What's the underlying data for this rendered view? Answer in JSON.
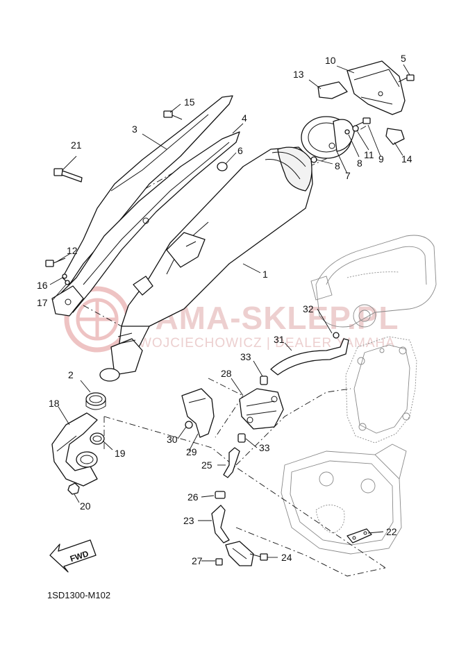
{
  "diagram_code": "1SD1300-M102",
  "watermark": {
    "title": "YAMA-SKLEP.PL",
    "subtitle": "WOJCIECHOWICZ | DEALER YAMAHA"
  },
  "direction_label": "FWD",
  "callouts": [
    {
      "id": "c1",
      "label": "1"
    },
    {
      "id": "c2",
      "label": "2"
    },
    {
      "id": "c3",
      "label": "3"
    },
    {
      "id": "c4",
      "label": "4"
    },
    {
      "id": "c5",
      "label": "5"
    },
    {
      "id": "c6",
      "label": "6"
    },
    {
      "id": "c7",
      "label": "7"
    },
    {
      "id": "c8a",
      "label": "8"
    },
    {
      "id": "c8b",
      "label": "8"
    },
    {
      "id": "c9",
      "label": "9"
    },
    {
      "id": "c10",
      "label": "10"
    },
    {
      "id": "c11",
      "label": "11"
    },
    {
      "id": "c12",
      "label": "12"
    },
    {
      "id": "c13",
      "label": "13"
    },
    {
      "id": "c14",
      "label": "14"
    },
    {
      "id": "c15",
      "label": "15"
    },
    {
      "id": "c16",
      "label": "16"
    },
    {
      "id": "c17",
      "label": "17"
    },
    {
      "id": "c18",
      "label": "18"
    },
    {
      "id": "c19",
      "label": "19"
    },
    {
      "id": "c20",
      "label": "20"
    },
    {
      "id": "c21",
      "label": "21"
    },
    {
      "id": "c22",
      "label": "22"
    },
    {
      "id": "c23",
      "label": "23"
    },
    {
      "id": "c24",
      "label": "24"
    },
    {
      "id": "c25",
      "label": "25"
    },
    {
      "id": "c26",
      "label": "26"
    },
    {
      "id": "c27",
      "label": "27"
    },
    {
      "id": "c28",
      "label": "28"
    },
    {
      "id": "c29",
      "label": "29"
    },
    {
      "id": "c30",
      "label": "30"
    },
    {
      "id": "c31",
      "label": "31"
    },
    {
      "id": "c32",
      "label": "32"
    },
    {
      "id": "c33a",
      "label": "33"
    },
    {
      "id": "c33b",
      "label": "33"
    }
  ]
}
